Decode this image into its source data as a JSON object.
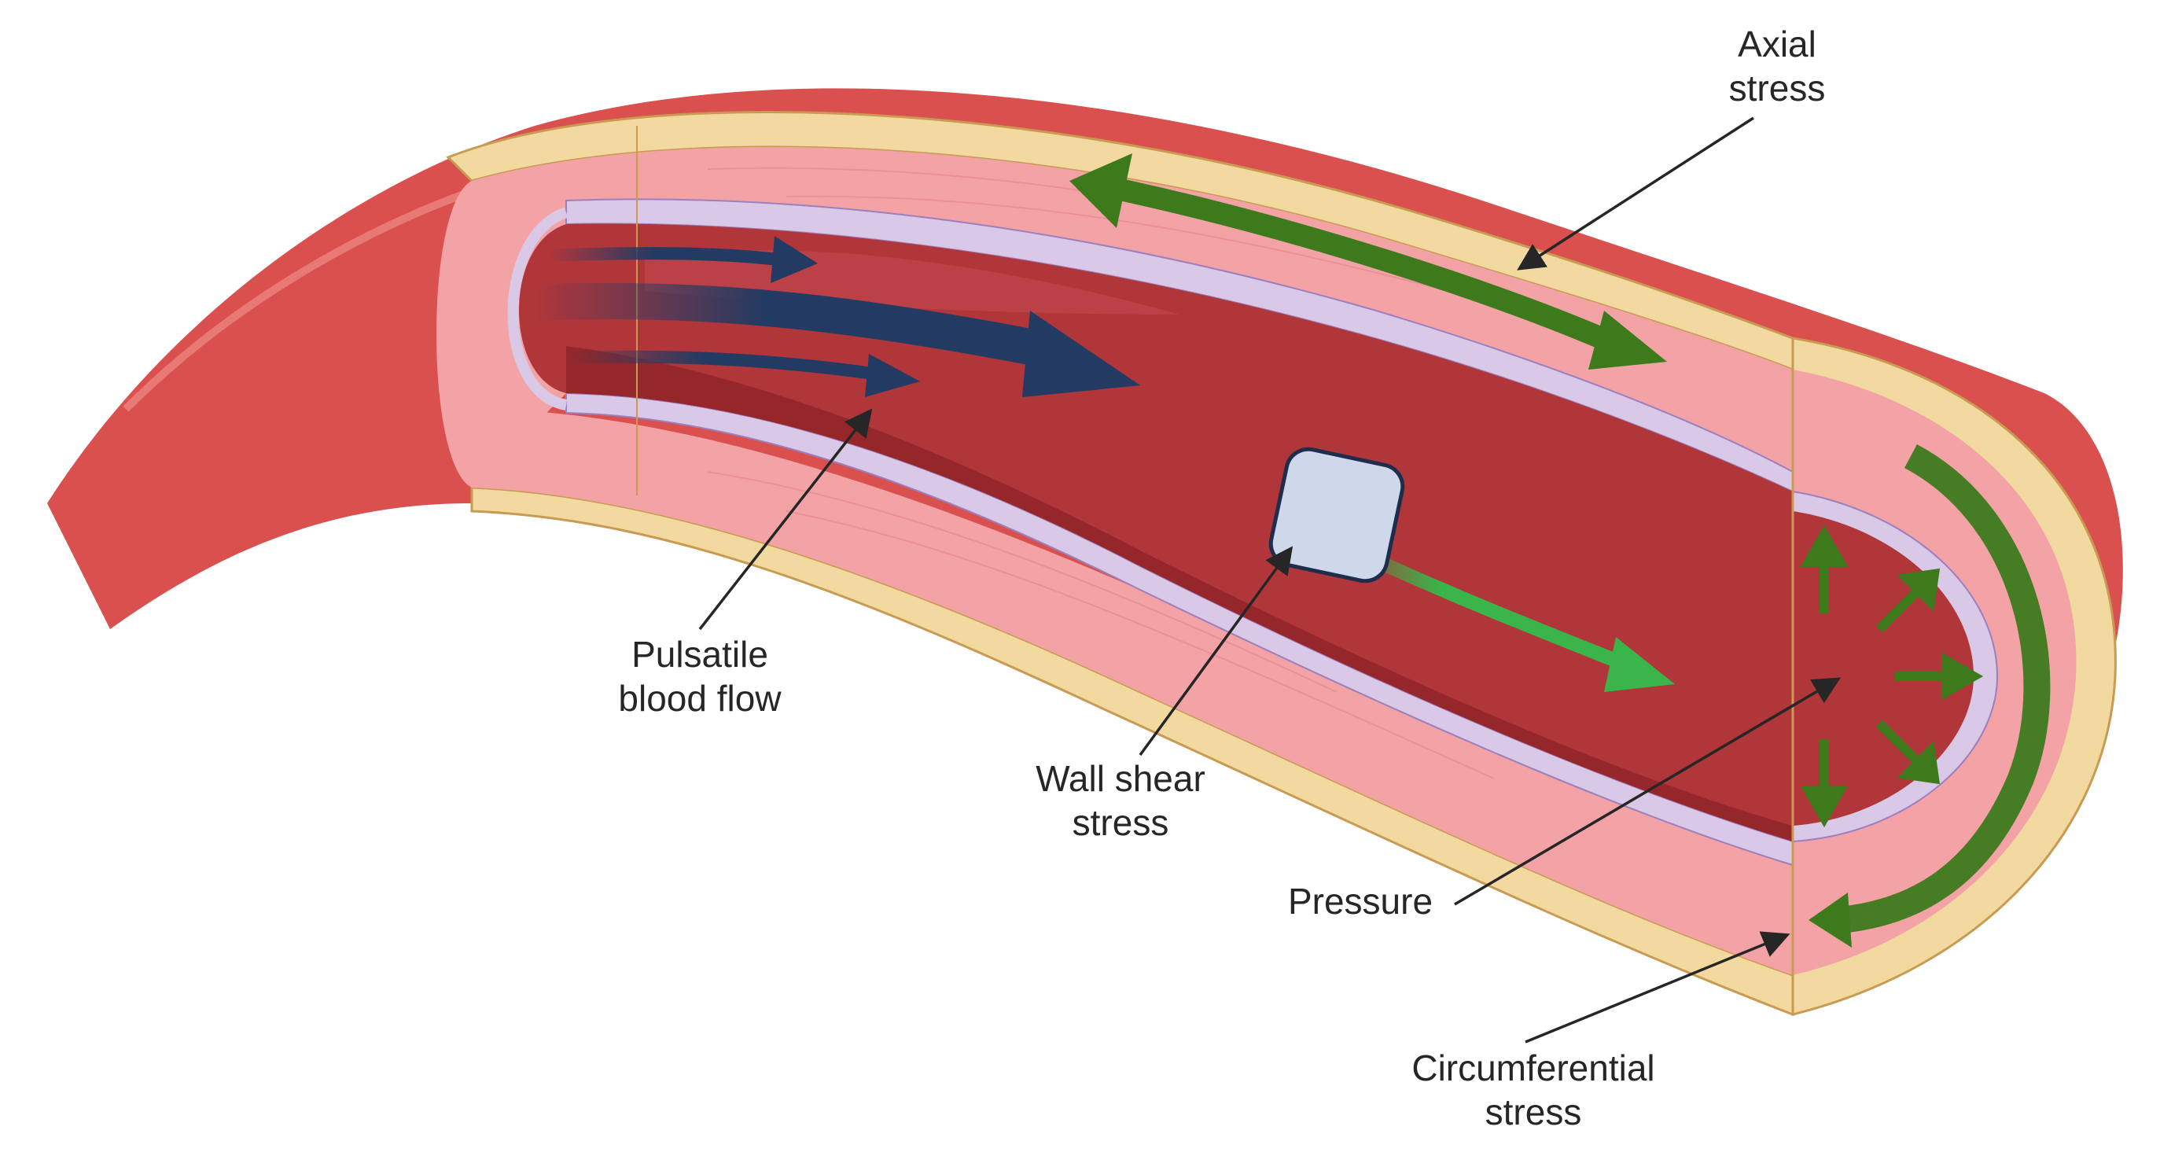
{
  "labels": {
    "axial_stress": [
      "Axial",
      "stress"
    ],
    "pulsatile_blood_flow": [
      "Pulsatile",
      "blood flow"
    ],
    "wall_shear_stress": [
      "Wall shear",
      "stress"
    ],
    "pressure": [
      "Pressure"
    ],
    "circumferential_stress": [
      "Circumferential",
      "stress"
    ]
  },
  "colors": {
    "outer_wall": "#d9504f",
    "adventitia": "#f2d9a0",
    "media": "#f3a3a6",
    "intima": "#d9c8e6",
    "lumen": "#b0363a",
    "flow_arrow": "#233a63",
    "stress_arrow": "#3c7a1c",
    "shear_arrow": "#39b54a",
    "shear_element": "#cfd7ea"
  }
}
